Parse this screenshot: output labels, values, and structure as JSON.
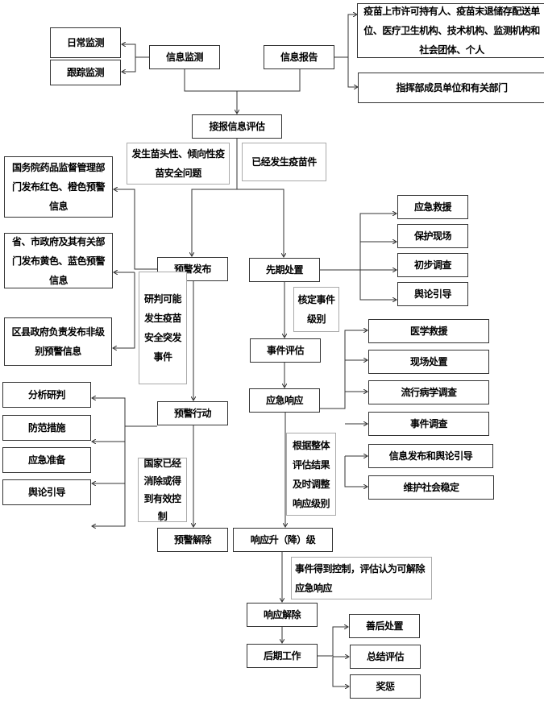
{
  "monitor": {
    "label": "信息监测",
    "daily": "日常监测",
    "tracking": "跟踪监测"
  },
  "report": {
    "label": "信息报告",
    "to_1": "疫苗上市许可持有人、疫苗末退储存配送单位、医疗卫生机构、技术机构、监测机构和社会团体、个人",
    "to_2": "指挥部成员单位和有关部门"
  },
  "assess": {
    "label": "接报信息评估",
    "note_left": "发生苗头性、倾向性疫苗安全问题",
    "note_right": "已经发生疫苗件"
  },
  "warning": {
    "issue": "预警发布",
    "level_red_orange": "国务院药品监督管理部门发布红色、橙色预警信息",
    "level_yellow_blue": "省、市政府及其有关部门发布黄色、蓝色预警信息",
    "level_none": "区县政府负责发布非级别预警信息",
    "note_judge": "研判可能发生疫苗安全突发事件",
    "action": "预警行动",
    "actions": [
      "分析研判",
      "防范措施",
      "应急准备",
      "舆论引导"
    ],
    "note_lift": "国家已经消除或得到有效控制",
    "lift": "预警解除"
  },
  "response": {
    "initial": "先期处置",
    "initial_items": [
      "应急救援",
      "保护现场",
      "初步调查",
      "舆论引导"
    ],
    "note_level": "核定事件级别",
    "event_assess": "事件评估",
    "emergency": "应急响应",
    "emergency_items": [
      "医学救援",
      "现场处置",
      "流行病学调查",
      "事件调查",
      "信息发布和舆论引导",
      "维护社会稳定"
    ],
    "note_adjust": "根据整体评估结果及时调整响应级别",
    "level_change": "响应升（降）级",
    "note_end": "事件得到控制，评估认为可解除应急响应",
    "end": "响应解除",
    "after": "后期工作",
    "after_items": [
      "善后处置",
      "总结评估",
      "奖惩"
    ]
  }
}
